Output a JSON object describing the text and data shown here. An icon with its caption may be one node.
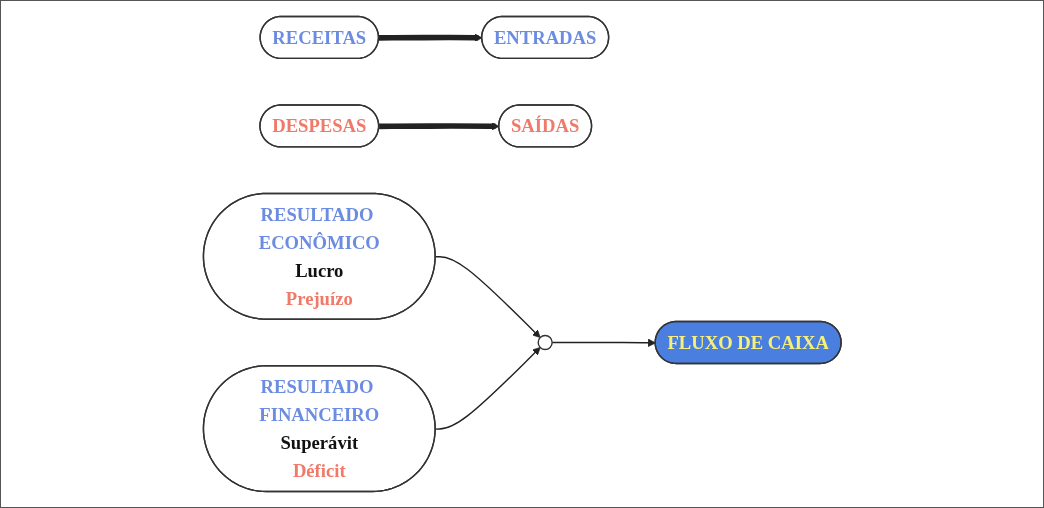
{
  "diagram": {
    "nodes": [
      {
        "text": [
          "RECEITAS"
        ]
      },
      {
        "text": [
          "ENTRADAS"
        ]
      },
      {
        "text": [
          "DESPESAS"
        ]
      },
      {
        "text": [
          "SAÍDAS"
        ]
      },
      {
        "text": [
          "RESULTADO ECONÔMICO",
          "Lucro",
          "Prejuízo"
        ]
      },
      {
        "text": [],
        "shape": "circle"
      },
      {
        "text": [
          "RESULTADO FINANCEIRO",
          "Superávit",
          "Déficit"
        ]
      },
      {
        "text": [
          "FLUXO DE CAIXA"
        ]
      }
    ],
    "edges": [
      {
        "from": 0,
        "to": 1,
        "arrow": "to",
        "style": "thick"
      },
      {
        "from": 2,
        "to": 3,
        "arrow": "to",
        "style": "thick"
      },
      {
        "from": 4,
        "to": 5,
        "arrow": "to"
      },
      {
        "from": 6,
        "to": 5,
        "arrow": "to"
      },
      {
        "from": 5,
        "to": 7,
        "arrow": "to"
      }
    ]
  }
}
